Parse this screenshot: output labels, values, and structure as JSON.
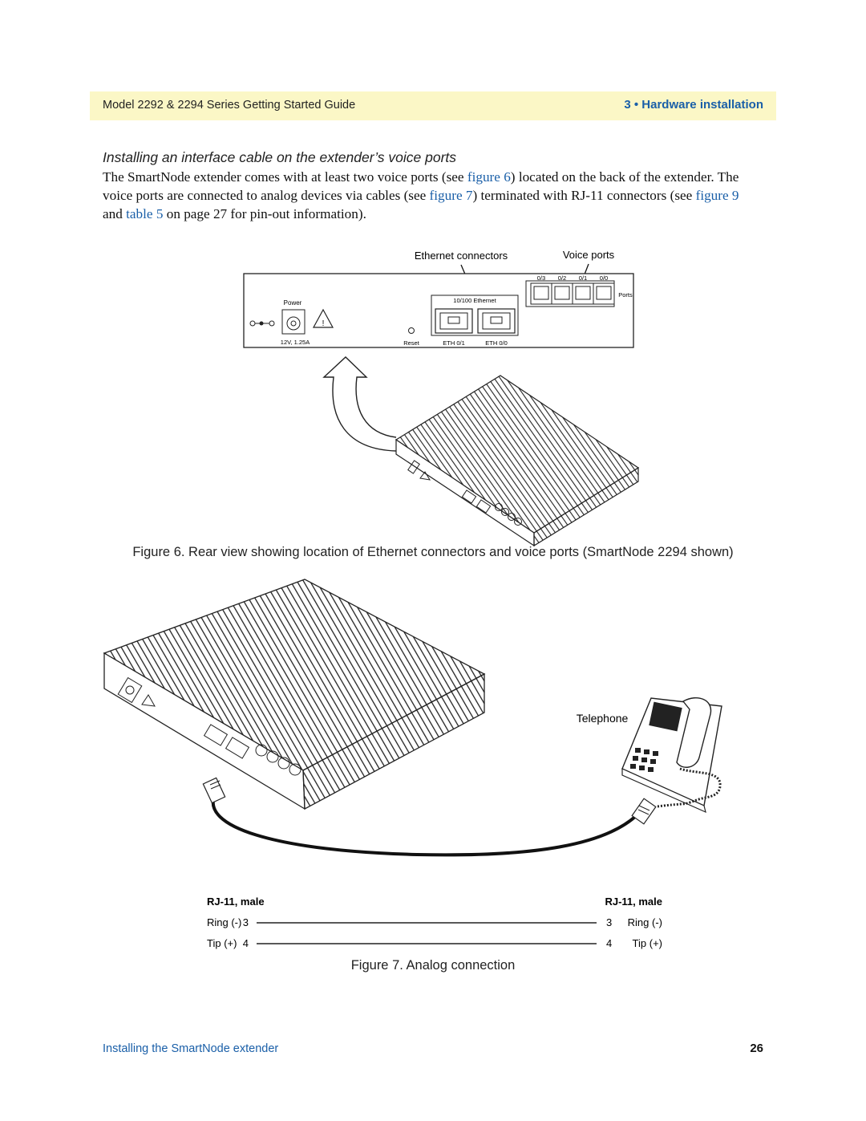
{
  "header": {
    "guide_title": "Model 2292 & 2294 Series Getting Started Guide",
    "chapter": "3 • Hardware installation"
  },
  "section": {
    "title": "Installing an interface cable on the extender’s voice ports",
    "para": {
      "t1": "The SmartNode extender comes with at least two voice ports (see ",
      "l1": "figure 6",
      "t2": ") located on the back of the extender. The voice ports are connected to analog devices via cables (see ",
      "l2": "figure 7",
      "t3": ") terminated with RJ-11 connectors (see ",
      "l3": "figure 9",
      "t4": " and ",
      "l4": "table 5",
      "t5": " on page 27 for pin-out information)."
    }
  },
  "figure6": {
    "callout_ethernet": "Ethernet connectors",
    "callout_voice": "Voice ports",
    "panel": {
      "power": "Power",
      "power_rating": "12V, 1.25A",
      "ethernet": "10/100 Ethernet",
      "reset": "Reset",
      "eth1": "ETH 0/1",
      "eth0": "ETH 0/0",
      "ports": "Ports",
      "port_labels": [
        "0/3",
        "0/2",
        "0/1",
        "0/0"
      ]
    },
    "caption": "Figure 6. Rear view showing location of Ethernet connectors and voice ports (SmartNode 2294 shown)"
  },
  "figure7": {
    "telephone": "Telephone",
    "left_connector": "RJ-11, male",
    "right_connector": "RJ-11, male",
    "pins_left": [
      {
        "name": "Ring (-)",
        "num": "3"
      },
      {
        "name": "Tip (+)",
        "num": "4"
      }
    ],
    "pins_right": [
      {
        "name": "Ring (-)",
        "num": "3"
      },
      {
        "name": "Tip (+)",
        "num": "4"
      }
    ],
    "caption": "Figure 7. Analog connection"
  },
  "footer": {
    "section_name": "Installing the SmartNode extender",
    "page_number": "26"
  }
}
